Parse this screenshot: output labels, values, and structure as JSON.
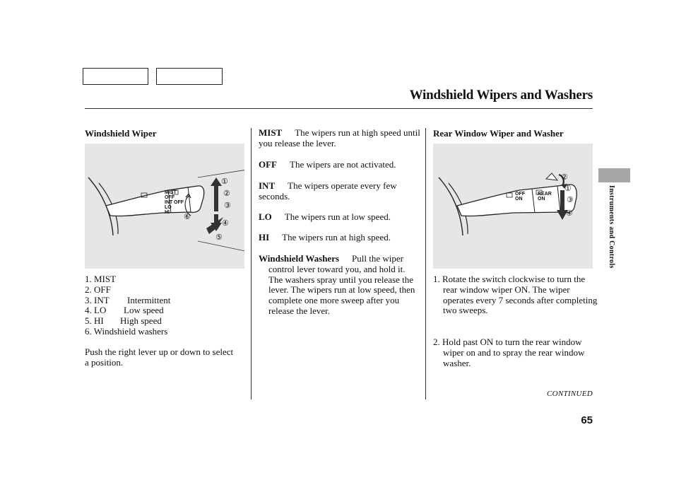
{
  "header": {
    "title": "Windshield Wipers and Washers"
  },
  "side_tab": {
    "label": "Instruments and Controls"
  },
  "col1": {
    "heading": "Windshield Wiper",
    "list": [
      {
        "num": "1. MIST",
        "desc": ""
      },
      {
        "num": "2. OFF",
        "desc": ""
      },
      {
        "num": "3. INT",
        "desc": "Intermittent"
      },
      {
        "num": "4. LO",
        "desc": "Low speed"
      },
      {
        "num": "5. HI",
        "desc": "High speed"
      },
      {
        "num": "6. Windshield washers",
        "desc": ""
      }
    ],
    "para": "Push the right lever up or down to select a position.",
    "diagram": {
      "callouts": [
        "①",
        "②",
        "③",
        "④",
        "⑤",
        "⑥"
      ],
      "switch_labels": [
        "MIST",
        "OFF",
        "INT",
        "LO",
        "HI"
      ],
      "off_label": "OFF"
    }
  },
  "col2": {
    "modes": [
      {
        "term": "MIST",
        "text": "The wipers run at high speed until you release the lever."
      },
      {
        "term": "OFF",
        "text": "The wipers are not activated."
      },
      {
        "term": "INT",
        "text": "The wipers operate every few seconds."
      },
      {
        "term": "LO",
        "text": "The wipers run at low speed."
      },
      {
        "term": "HI",
        "text": "The wipers run at high speed."
      }
    ],
    "washers_term": "Windshield Washers",
    "washers_text": "Pull the wiper control lever toward you, and hold it. The washers spray until you release the lever. The wipers run at low speed, then complete one more sweep after you release the lever."
  },
  "col3": {
    "heading": "Rear Window Wiper and Washer",
    "steps": [
      "1. Rotate the switch clockwise to turn the rear window wiper ON. The wiper operates every 7 seconds after completing two sweeps.",
      "2. Hold past ON to turn the rear window wiper on and to spray the rear window washer."
    ],
    "diagram": {
      "callouts": [
        "①",
        "②",
        "③",
        "④"
      ],
      "switch_labels": [
        "REAR",
        "ON",
        "OFF",
        "ON"
      ]
    }
  },
  "footer": {
    "continued": "CONTINUED",
    "page_number": "65"
  }
}
